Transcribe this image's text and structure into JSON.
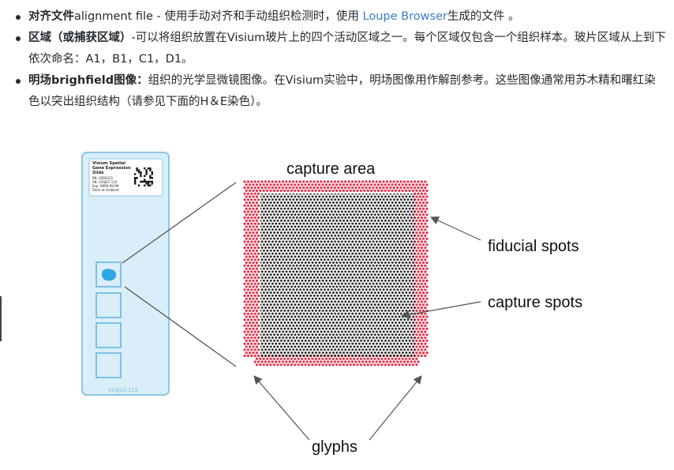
{
  "bullets": [
    {
      "term": "对齐文件",
      "text_a": "alignment file - 使用手动对齐和手动组织检测时，使用 ",
      "link": "Loupe Browser",
      "text_b": "生成的文件 。"
    },
    {
      "term": "区域（或捕获区域）",
      "text_a": "-可以将组织放置在Visium玻片上的四个活动区域之一。每个区域仅包含一个组织样本。玻片区域从上到下依次命名：A1，B1，C1，D1。"
    },
    {
      "term": "明场brighfield图像：",
      "text_a": "组织的光学显微镜图像。在Visium实验中，明场图像用作解剖参考。这些图像通常用苏木精和曙红染色以突出组织结构（请参见下面的H＆E染色）。"
    }
  ],
  "figure": {
    "slide_label": [
      "Visium Spatial",
      "Gene Expression",
      "Slide"
    ],
    "slide_info": [
      "PN: 2000233",
      "SN: V19J25-123",
      "Exp: 9999-99-99",
      "Store at Ambient"
    ],
    "slide_serial": "V19J25-123",
    "capture_area": "capture area",
    "fiducial_spots": "fiducial spots",
    "capture_spots": "capture spots",
    "glyphs": "glyphs"
  },
  "colors": {
    "slide_fill": "#d9eef8",
    "slide_stroke": "#8cc7e6",
    "tissue": "#2fa7e0",
    "fiducial": "#e8324a",
    "capture_spot": "#222222",
    "link": "#3a7bc8"
  },
  "icons": {
    "bullet": "bullet-dot",
    "qr": "qr-code-icon"
  }
}
